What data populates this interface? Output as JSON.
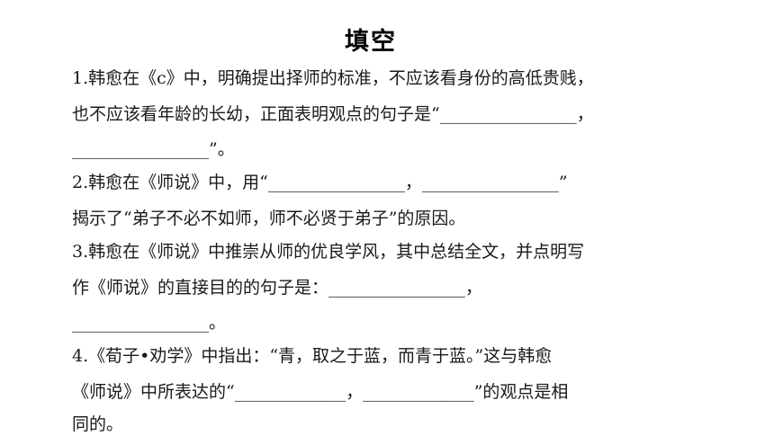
{
  "title": "填空",
  "lines": [
    "1.韩愈在《c》中，明确提出择师的标准，不应该看身份的高低贵贱，",
    "也不应该看年龄的长幼，正面表明观点的句子是“________________，",
    "________________”。",
    "2.韩愈在《师说》中，用“________________，________________”",
    "揭示了“弟子不必不如师，师不必贤于弟子”的原因。",
    "3.韩愈在《师说》中推崇从师的优良学风，其中总结全文，并点明写",
    "作《师说》的直接目的的句子是：________________，",
    "________________。",
    "4.《荀子•劝学》中指出：“青，取之于蓝，而青于蓝。”这与韩愈",
    "《师说》中所表达的“_____________，_____________”的观点是相",
    "同的。"
  ]
}
